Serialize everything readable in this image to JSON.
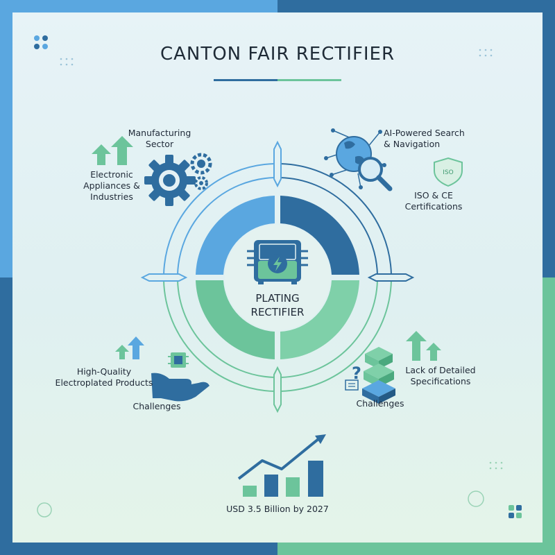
{
  "title": "CANTON FAIR RECTIFIER",
  "center": {
    "line1": "PLATING",
    "line2": "RECTIFIER"
  },
  "top_left": {
    "sector": [
      "Manufacturing",
      "Sector"
    ],
    "industries": [
      "Electronic",
      "Appliances &",
      "Industries"
    ]
  },
  "top_right": {
    "search": [
      "AI-Powered Search",
      "& Navigation"
    ],
    "cert": [
      "ISO & CE",
      "Certifications"
    ],
    "badge_text": "ISO"
  },
  "bottom_left": {
    "products": [
      "High-Quality",
      "Electroplated Products"
    ],
    "challenges": "Challenges"
  },
  "bottom_right": {
    "specs": [
      "Lack of Detailed",
      "Specifications"
    ],
    "challenges": "Challenges"
  },
  "bottom": {
    "market": "USD 3.5 Billion by 2027"
  },
  "colors": {
    "blue_light": "#5aa7e0",
    "blue_dark": "#2f6d9f",
    "green": "#6cc49b"
  },
  "icons": [
    "gear-icon",
    "growth-arrows-icon",
    "globe-network-icon",
    "magnifier-icon",
    "iso-shield-icon",
    "rectifier-device-icon",
    "hand-chip-icon",
    "cube-stack-icon",
    "question-mark-icon",
    "bar-chart-growth-icon"
  ]
}
